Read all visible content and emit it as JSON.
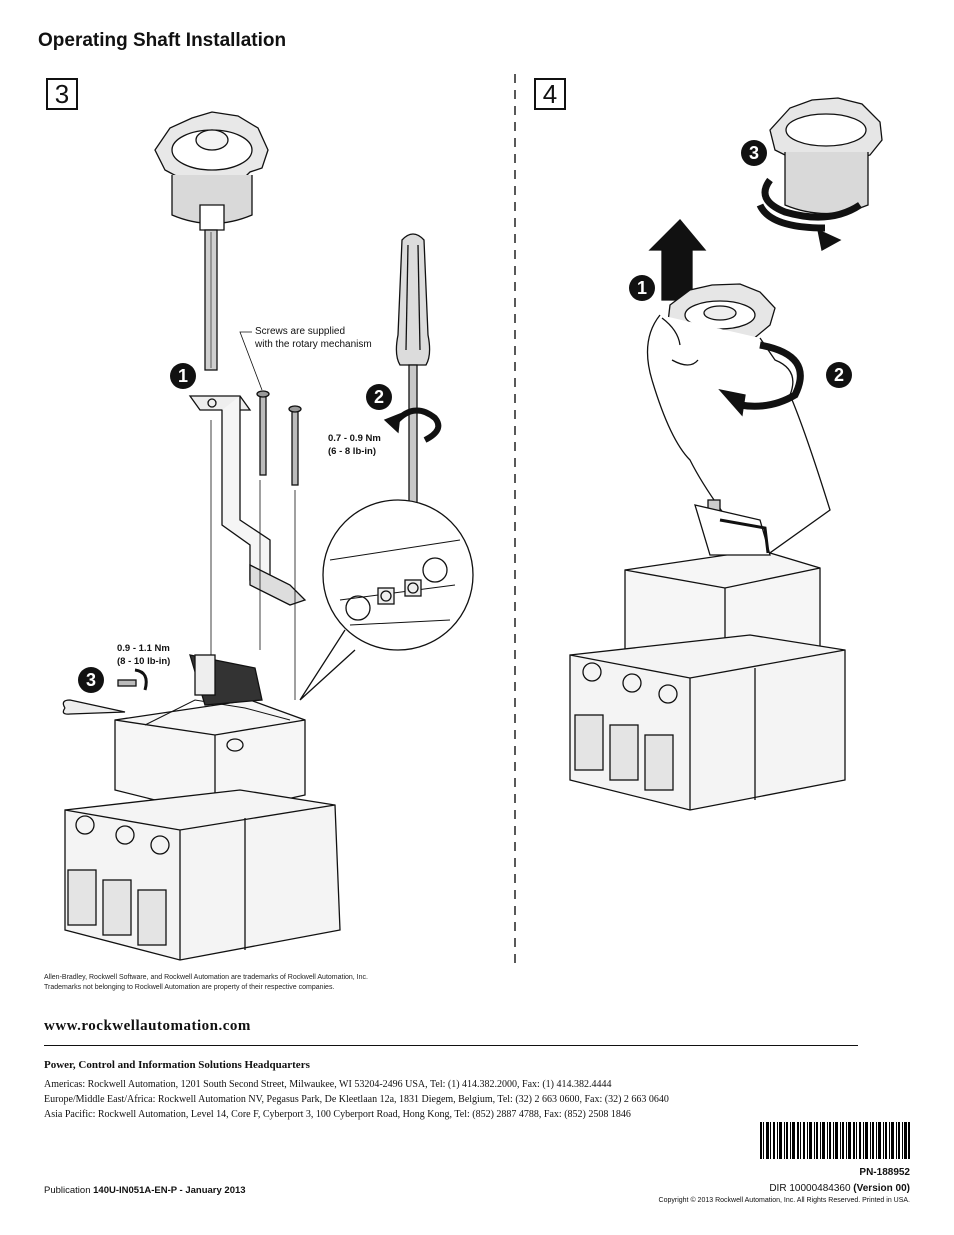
{
  "page": {
    "title": "Operating Shaft Installation"
  },
  "step3": {
    "number": "3",
    "badges": [
      "1",
      "2",
      "3"
    ],
    "callout_line1": "Screws are supplied",
    "callout_line2": "with the rotary mechanism",
    "torque_a_line1": "0.7 - 0.9 Nm",
    "torque_a_line2": "(6 - 8 lb-in)",
    "torque_b_line1": "0.9 - 1.1 Nm",
    "torque_b_line2": "(8 - 10 lb-in)"
  },
  "step4": {
    "number": "4",
    "badges": [
      "3",
      "1",
      "2"
    ]
  },
  "trademark": {
    "line1": "Allen-Bradley, Rockwell Software, and Rockwell Automation are trademarks of Rockwell Automation, Inc.",
    "line2": "Trademarks not belonging to Rockwell Automation are property of their respective companies."
  },
  "footer": {
    "website": "www.rockwellautomation.com",
    "hq_title": "Power, Control and Information Solutions Headquarters",
    "americas": "Americas: Rockwell Automation, 1201 South Second Street, Milwaukee, WI 53204-2496 USA, Tel: (1) 414.382.2000, Fax: (1) 414.382.4444",
    "emea": "Europe/Middle East/Africa: Rockwell Automation NV, Pegasus Park, De Kleetlaan 12a, 1831 Diegem, Belgium, Tel: (32) 2 663 0600, Fax: (32) 2 663 0640",
    "asia": "Asia Pacific: Rockwell Automation, Level 14, Core F, Cyberport 3, 100 Cyberport Road, Hong Kong, Tel: (852) 2887 4788, Fax: (852) 2508 1846",
    "publication_label": "Publication",
    "publication_id": "140U-IN051A-EN-P - January 2013",
    "pn": "PN-188952",
    "dir_prefix": "DIR 10000484360",
    "dir_version": "(Version 00)",
    "copyright": "Copyright © 2013 Rockwell Automation, Inc. All Rights Reserved. Printed in USA."
  }
}
